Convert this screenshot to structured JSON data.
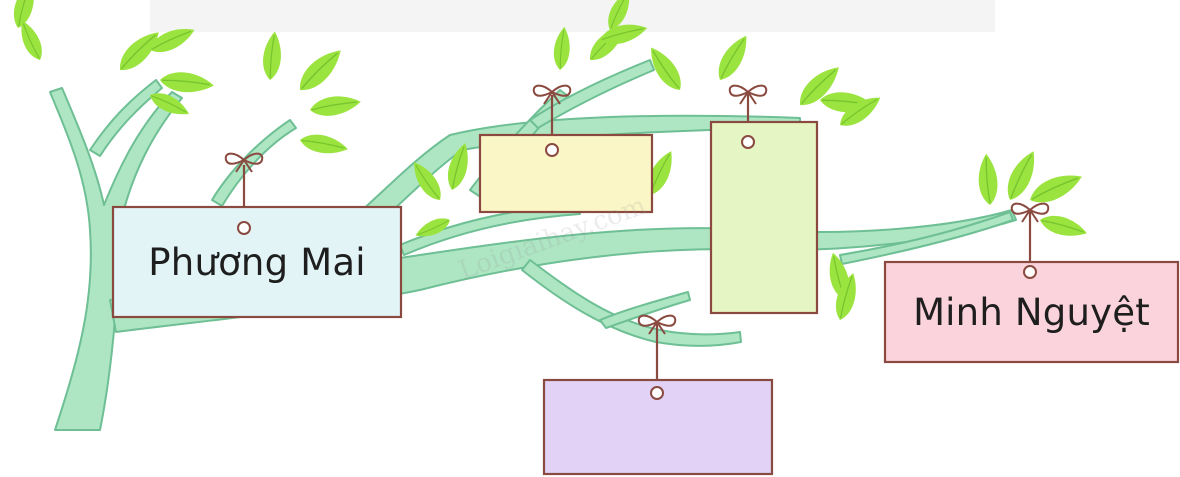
{
  "tags": [
    {
      "id": "phuong-mai",
      "label": "Phương Mai",
      "color": "#e3f4f6"
    },
    {
      "id": "yellow",
      "label": "",
      "color": "#fbf6c6"
    },
    {
      "id": "green",
      "label": "",
      "color": "#e5f5c4"
    },
    {
      "id": "minh-nguyet",
      "label": "Minh Nguyệt",
      "color": "#fbd3dc"
    },
    {
      "id": "purple",
      "label": "",
      "color": "#e1d2f6"
    }
  ],
  "colors": {
    "branch": "#aee6c4",
    "branch_stroke": "#6ebf94",
    "leaf": "#9be33f",
    "leaf_vein": "#6cb829",
    "tag_border": "#8a4a40",
    "string": "#8a4a40"
  },
  "watermark": "Loigiaihay.com"
}
